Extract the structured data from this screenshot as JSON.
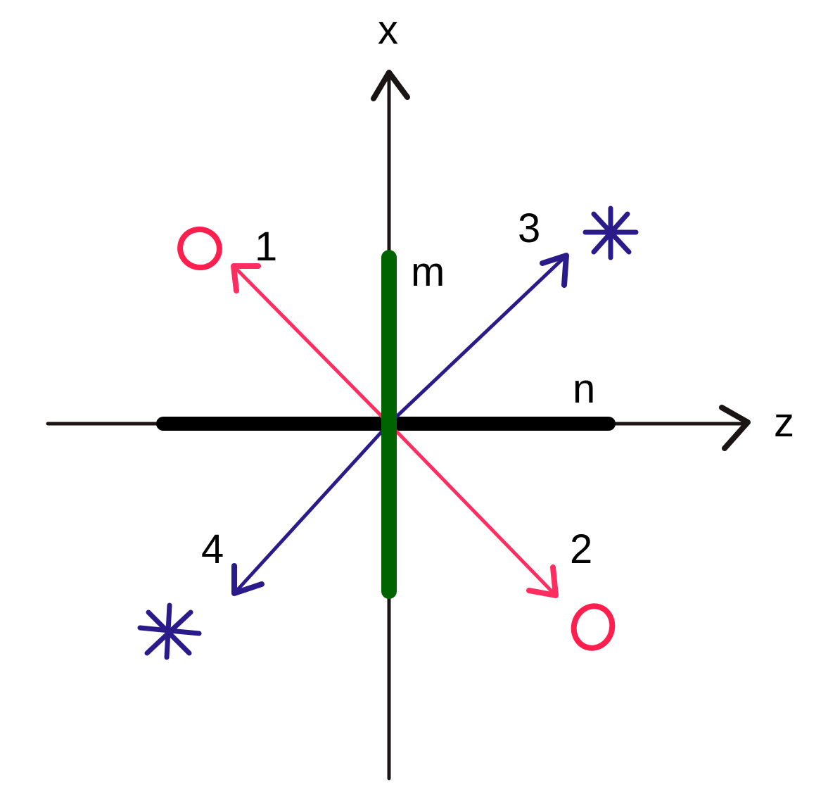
{
  "diagram": {
    "colors": {
      "axis": "#1a1414",
      "segment_m": "#006400",
      "segment_n": "#000000",
      "red_arrow": "#ff2d60",
      "blue_arrow": "#2a1a8a",
      "red_symbol": "#ff1f4e",
      "blue_symbol": "#2a1a8a"
    },
    "axes": {
      "vertical": {
        "label": "x",
        "direction": "up"
      },
      "horizontal": {
        "label": "z",
        "direction": "right"
      }
    },
    "segments": [
      {
        "id": "m",
        "label": "m",
        "orientation": "vertical",
        "color": "green"
      },
      {
        "id": "n",
        "label": "n",
        "orientation": "horizontal",
        "color": "black"
      }
    ],
    "arrows": [
      {
        "id": "1",
        "label": "1",
        "direction": "up-left",
        "color": "red",
        "symbol": "O",
        "symbol_name": "circle"
      },
      {
        "id": "2",
        "label": "2",
        "direction": "down-right",
        "color": "red",
        "symbol": "O",
        "symbol_name": "circle"
      },
      {
        "id": "3",
        "label": "3",
        "direction": "up-right",
        "color": "blue",
        "symbol": "✱",
        "symbol_name": "asterisk"
      },
      {
        "id": "4",
        "label": "4",
        "direction": "down-left",
        "color": "blue",
        "symbol": "✱",
        "symbol_name": "asterisk"
      }
    ]
  }
}
